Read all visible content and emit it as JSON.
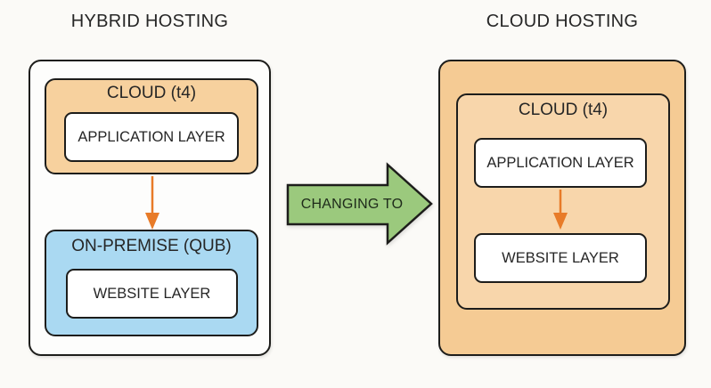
{
  "diagram": {
    "left": {
      "title": "HYBRID HOSTING",
      "cloud_label": "CLOUD (t4)",
      "app_layer_label": "APPLICATION LAYER",
      "onprem_label": "ON-PREMISE (QUB)",
      "website_layer_label": "WEBSITE LAYER"
    },
    "transition": {
      "label": "CHANGING TO"
    },
    "right": {
      "title": "CLOUD HOSTING",
      "cloud_label": "CLOUD (t4)",
      "app_layer_label": "APPLICATION LAYER",
      "website_layer_label": "WEBSITE LAYER"
    },
    "icons": {
      "left_flow_arrow": "down-arrow",
      "right_flow_arrow": "down-arrow",
      "transition_arrow": "right-arrow"
    },
    "colors": {
      "background": "#fbfaf7",
      "panel_white": "#fdfdfc",
      "cloud_fill": "#f7d19e",
      "cloud_outer_fill": "#f5cb94",
      "cloud_inner_fill": "#f8d6ab",
      "onprem_fill": "#aad9f2",
      "arrow_green": "#9bc97d",
      "connector_orange": "#e87b28",
      "border_dark": "#1d1d1b",
      "text_dark": "#262626"
    }
  }
}
